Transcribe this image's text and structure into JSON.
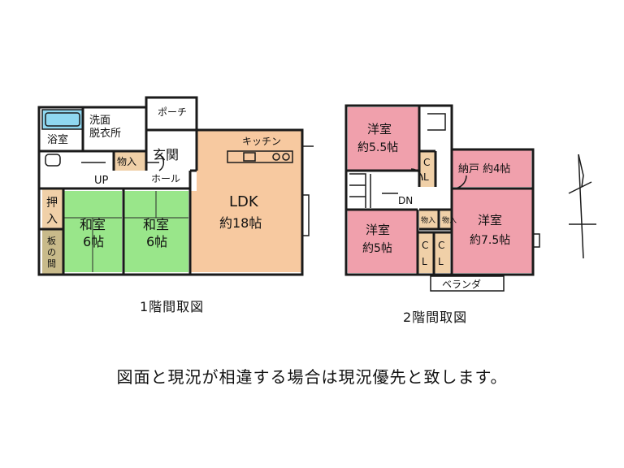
{
  "floor1": {
    "caption": "1階間取図",
    "rooms": {
      "bath": "浴室",
      "washroom_1": "洗面",
      "washroom_2": "脱衣所",
      "porch": "ポーチ",
      "storage": "物入",
      "entrance": "玄関",
      "hall": "ホール",
      "kitchen": "キッチン",
      "up": "UP",
      "oshiire_1": "押",
      "oshiire_2": "入",
      "ita_1": "板",
      "ita_2": "の",
      "ita_3": "間",
      "washitsu_a_1": "和室",
      "washitsu_a_2": "6帖",
      "washitsu_b_1": "和室",
      "washitsu_b_2": "6帖",
      "ldk_1": "LDK",
      "ldk_2": "約18帖"
    }
  },
  "floor2": {
    "caption": "2階間取図",
    "rooms": {
      "youshitsu_a_1": "洋室",
      "youshitsu_a_2": "約5.5帖",
      "cl_a_1": "C",
      "cl_a_2": "L",
      "nando": "納戸 約4帖",
      "dn": "DN",
      "youshitsu_b_1": "洋室",
      "youshitsu_b_2": "約5帖",
      "storage_a": "物入",
      "storage_b": "物入",
      "youshitsu_c_1": "洋室",
      "youshitsu_c_2": "約7.5帖",
      "cl_b_1": "C",
      "cl_b_2": "L",
      "cl_c_1": "C",
      "cl_c_2": "L",
      "veranda": "ベランダ"
    }
  },
  "notice": "図面と現況が相違する場合は現況優先と致します。",
  "colors": {
    "tatami": "#99e68a",
    "ldk": "#f7c9a0",
    "youshitsu": "#f0a0ac",
    "closet": "#f0d0a8",
    "wall": "#1a1a1a",
    "bathtub": "#8fd7f0"
  }
}
